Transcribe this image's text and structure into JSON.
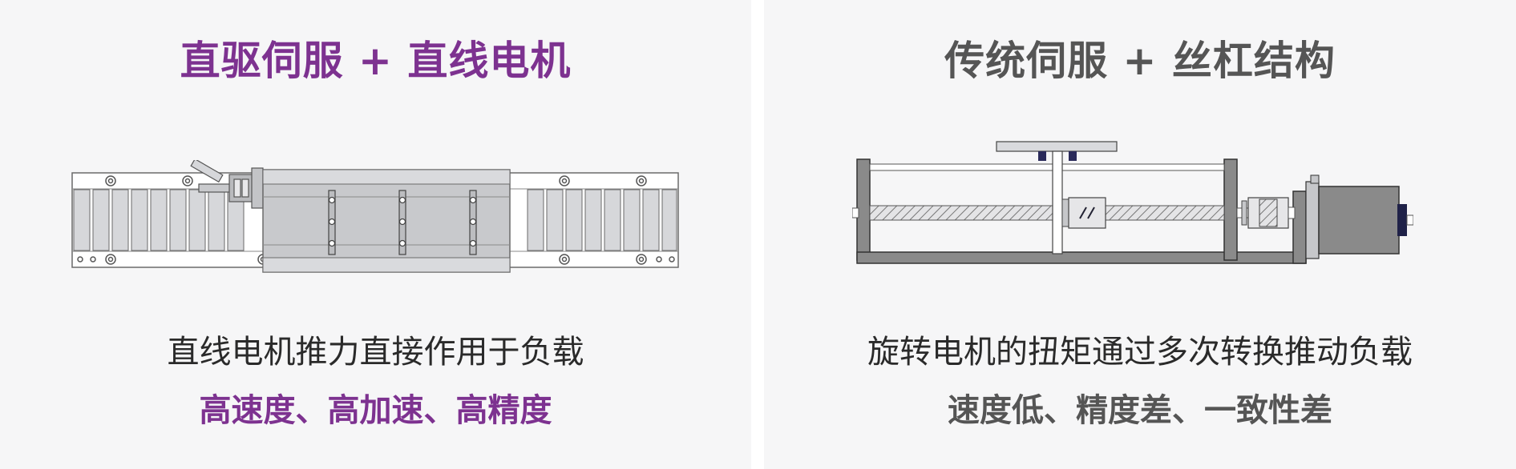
{
  "colors": {
    "accent_purple": "#7d3290",
    "accent_gray": "#555555",
    "panel_bg": "#f6f6f7"
  },
  "left_panel": {
    "title": "直驱伺服 + 直线电机",
    "description": "直线电机推力直接作用于负载",
    "tagline": "高速度、高加速、高精度",
    "figure_icon": "linear-motor-icon"
  },
  "right_panel": {
    "title": "传统伺服 + 丝杠结构",
    "description": "旋转电机的扭矩通过多次转换推动负载",
    "tagline": "速度低、精度差、一致性差",
    "figure_icon": "ball-screw-icon"
  }
}
